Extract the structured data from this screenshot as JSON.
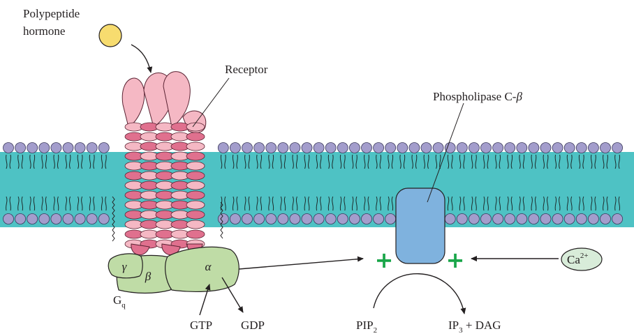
{
  "labels": {
    "hormone_line1": "Polypeptide",
    "hormone_line2": "hormone",
    "receptor": "Receptor",
    "plc": "Phospholipase C-",
    "plc_greek": "β",
    "gq_main": "G",
    "gq_sub": "q",
    "gamma": "γ",
    "beta": "β",
    "alpha": "α",
    "gtp": "GTP",
    "gdp": "GDP",
    "pip_main": "PIP",
    "pip_sub": "2",
    "ip_main": "IP",
    "ip_sub": "3",
    "ip_rest": " + DAG",
    "ca_main": "Ca",
    "ca_sup": "2+",
    "plus": "+"
  },
  "colors": {
    "hormone": "#f7dc6f",
    "lipid_head": "#a39dcc",
    "membrane_tails": "#4ec2c4",
    "receptor_light": "#f5b8c4",
    "receptor_dark": "#e0708e",
    "gprotein": "#bfdca6",
    "plc": "#7fb2de",
    "calcium": "#d8ecd9",
    "activation_plus": "#1aa64a"
  }
}
